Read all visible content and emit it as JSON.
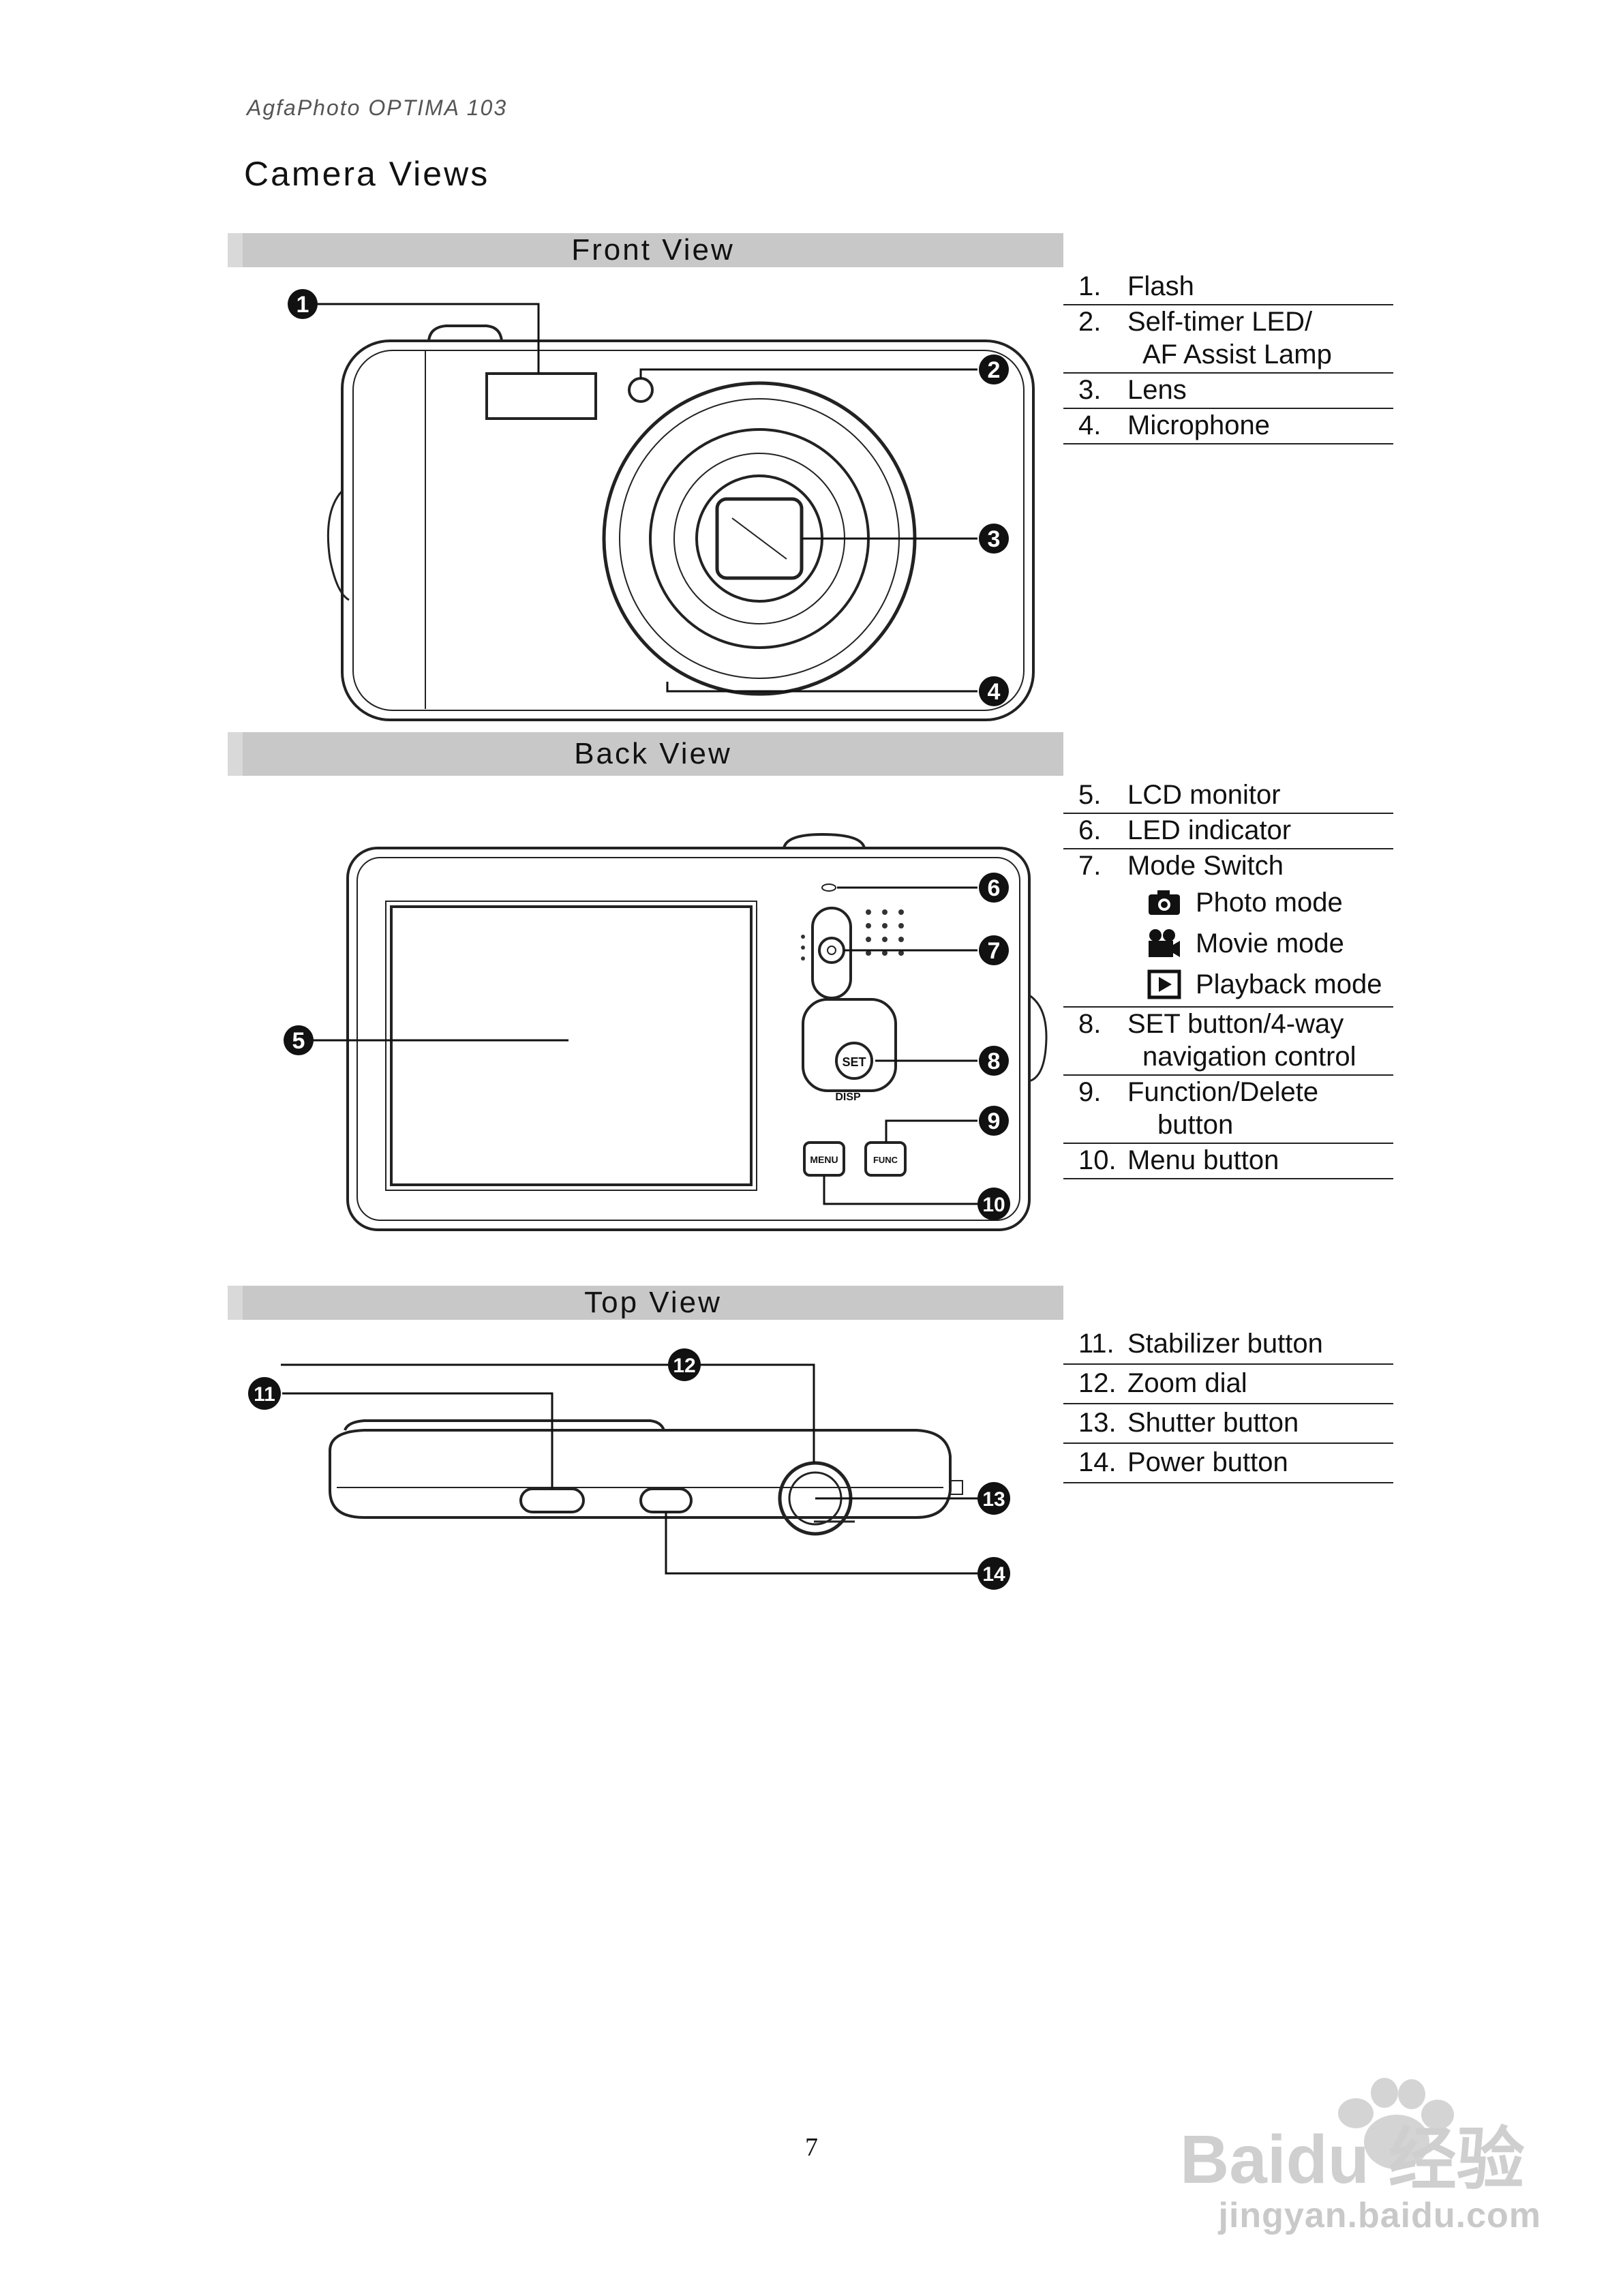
{
  "header": "AgfaPhoto OPTIMA 103",
  "title": "Camera Views",
  "sections": {
    "front": {
      "heading": "Front View"
    },
    "back": {
      "heading": "Back View"
    },
    "top": {
      "heading": "Top View"
    }
  },
  "front_parts": [
    {
      "num": "1.",
      "label": "Flash"
    },
    {
      "num": "2.",
      "label": "Self-timer LED/",
      "cont": "AF Assist Lamp"
    },
    {
      "num": "3.",
      "label": "Lens"
    },
    {
      "num": "4.",
      "label": "Microphone"
    }
  ],
  "back_parts": [
    {
      "num": "5.",
      "label": "LCD monitor"
    },
    {
      "num": "6.",
      "label": "LED indicator"
    },
    {
      "num": "7.",
      "label": "Mode Switch",
      "sub": [
        {
          "icon": "camera-icon",
          "label": "Photo mode"
        },
        {
          "icon": "movie-camera-icon",
          "label": "Movie mode"
        },
        {
          "icon": "playback-icon",
          "label": "Playback mode"
        }
      ]
    },
    {
      "num": "8.",
      "label": "SET button/4-way",
      "cont": "navigation control"
    },
    {
      "num": "9.",
      "label": "Function/Delete",
      "cont": "button"
    },
    {
      "num": "10.",
      "label": "Menu button"
    }
  ],
  "top_parts": [
    {
      "num": "11.",
      "label": "Stabilizer button"
    },
    {
      "num": "12.",
      "label": "Zoom dial"
    },
    {
      "num": "13.",
      "label": "Shutter button"
    },
    {
      "num": "14.",
      "label": "Power button"
    }
  ],
  "callouts": {
    "front": [
      "1",
      "2",
      "3",
      "4"
    ],
    "back": [
      "5",
      "6",
      "7",
      "8",
      "9",
      "10"
    ],
    "top": [
      "11",
      "12",
      "13",
      "14"
    ]
  },
  "camera_labels": {
    "set": "SET",
    "disp": "DISP",
    "menu": "MENU",
    "func": "FUNC"
  },
  "page_number": "7",
  "watermark": {
    "logo": "Baidu 经验",
    "url": "jingyan.baidu.com"
  }
}
